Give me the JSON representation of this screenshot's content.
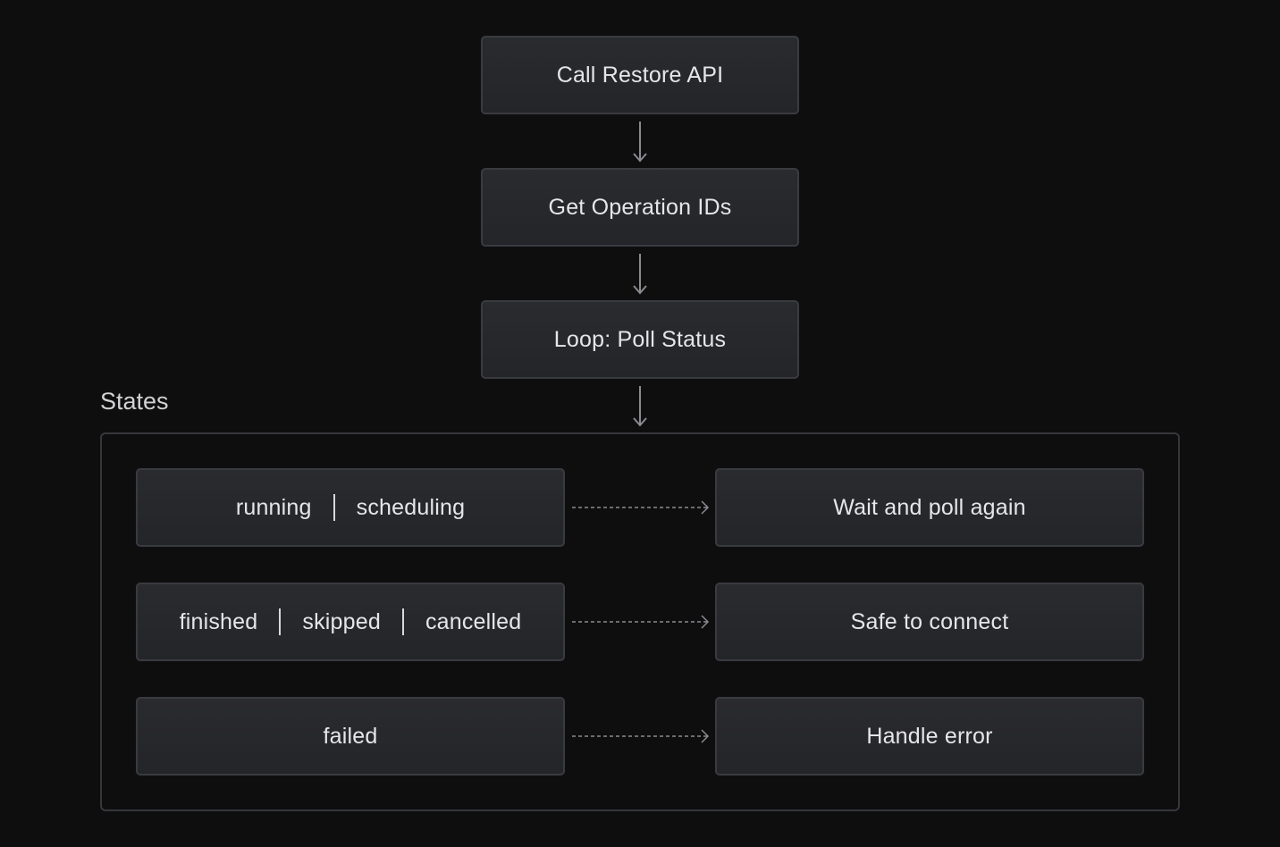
{
  "flow": {
    "steps": [
      {
        "label": "Call Restore API"
      },
      {
        "label": "Get Operation IDs"
      },
      {
        "label": "Loop: Poll Status"
      }
    ]
  },
  "states": {
    "title": "States",
    "rows": [
      {
        "states": [
          "running",
          "scheduling"
        ],
        "outcome": "Wait and poll again"
      },
      {
        "states": [
          "finished",
          "skipped",
          "cancelled"
        ],
        "outcome": "Safe to connect"
      },
      {
        "states": [
          "failed"
        ],
        "outcome": "Handle error"
      }
    ]
  },
  "colors": {
    "background": "#0e0e0f",
    "node_fill": "#2a2b2f",
    "node_border": "#3a3b40",
    "arrow": "#8a8a90",
    "text": "#e6e6e8"
  }
}
